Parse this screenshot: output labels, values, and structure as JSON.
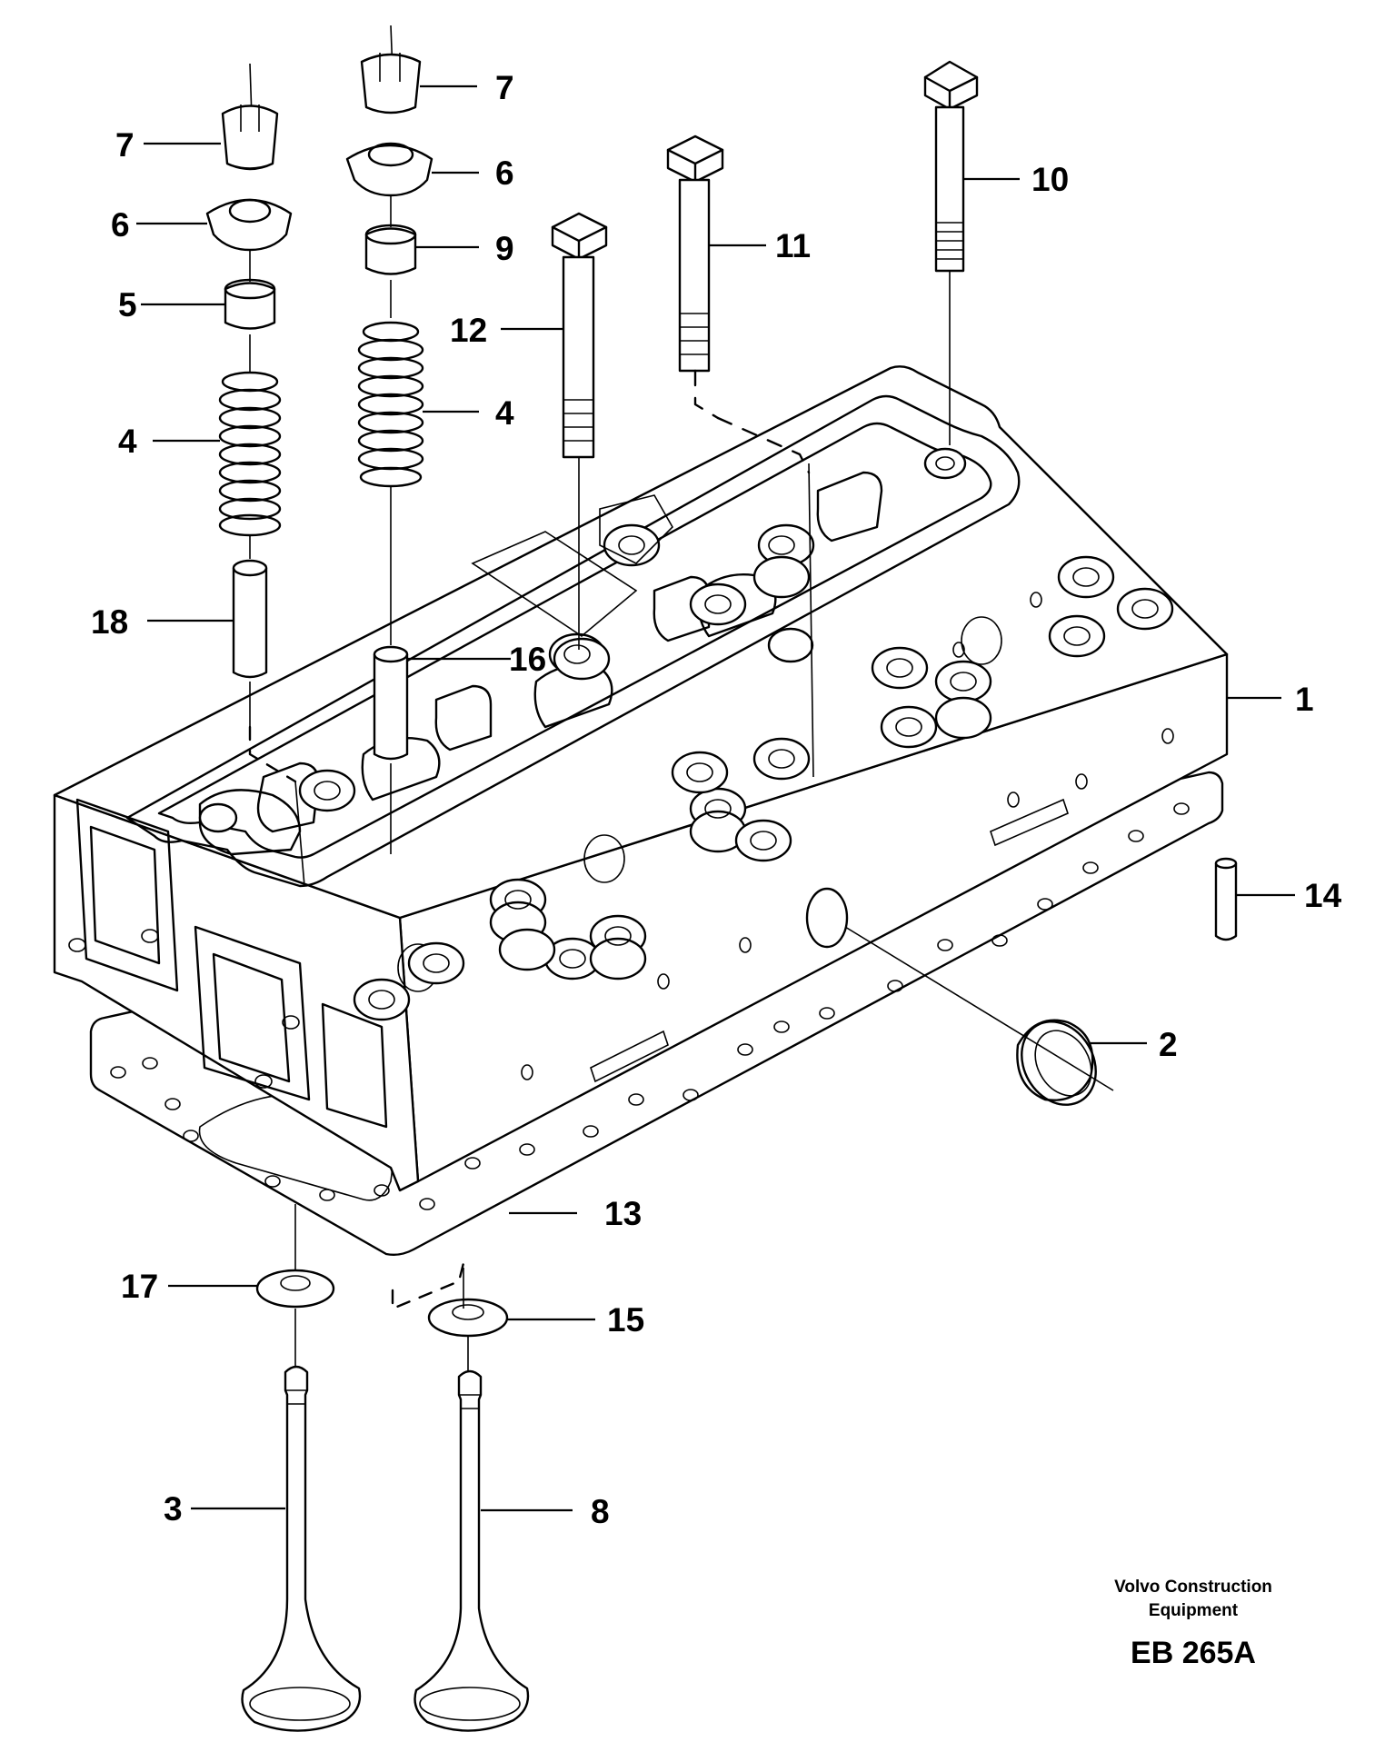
{
  "callouts": [
    {
      "id": "c1",
      "label": "1"
    },
    {
      "id": "c2",
      "label": "2"
    },
    {
      "id": "c3",
      "label": "3"
    },
    {
      "id": "c4a",
      "label": "4"
    },
    {
      "id": "c4b",
      "label": "4"
    },
    {
      "id": "c5",
      "label": "5"
    },
    {
      "id": "c6a",
      "label": "6"
    },
    {
      "id": "c6b",
      "label": "6"
    },
    {
      "id": "c7a",
      "label": "7"
    },
    {
      "id": "c7b",
      "label": "7"
    },
    {
      "id": "c8",
      "label": "8"
    },
    {
      "id": "c9",
      "label": "9"
    },
    {
      "id": "c10",
      "label": "10"
    },
    {
      "id": "c11",
      "label": "11"
    },
    {
      "id": "c12",
      "label": "12"
    },
    {
      "id": "c13",
      "label": "13"
    },
    {
      "id": "c14",
      "label": "14"
    },
    {
      "id": "c15",
      "label": "15"
    },
    {
      "id": "c16",
      "label": "16"
    },
    {
      "id": "c17",
      "label": "17"
    },
    {
      "id": "c18",
      "label": "18"
    }
  ],
  "credit": {
    "line1": "Volvo Construction",
    "line2": "Equipment",
    "code": "EB 265A"
  }
}
